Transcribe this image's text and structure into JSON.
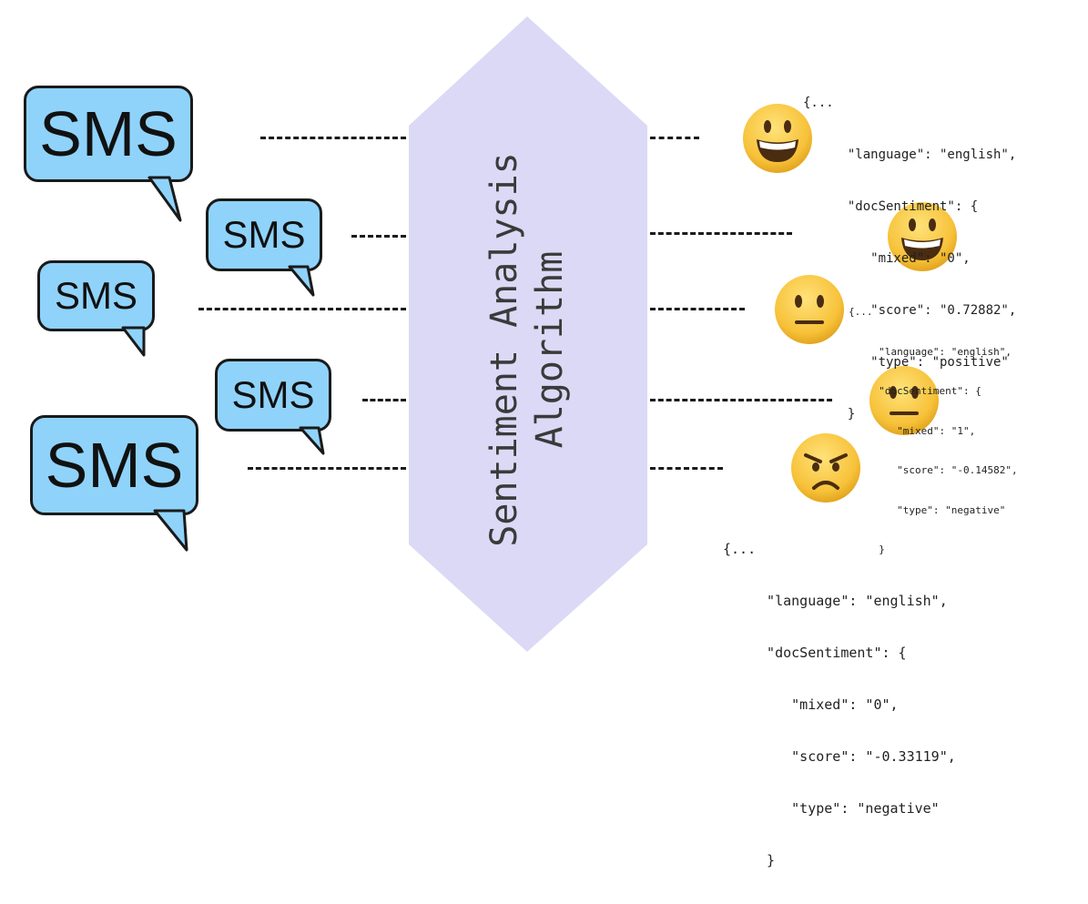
{
  "algorithm": {
    "line1": "Sentiment Analysis",
    "line2": "Algorithm"
  },
  "messages": [
    {
      "label": "SMS"
    },
    {
      "label": "SMS"
    },
    {
      "label": "SMS"
    },
    {
      "label": "SMS"
    },
    {
      "label": "SMS"
    }
  ],
  "results": [
    {
      "sentiment": "positive",
      "json_lines": [
        "{...",
        "  \"language\": \"english\",",
        "  \"docSentiment\": {",
        "     \"mixed\": \"0\",",
        "     \"score\": \"0.72882\",",
        "     \"type\": \"positive\"",
        "  }"
      ]
    },
    {
      "sentiment": "positive"
    },
    {
      "sentiment": "neutral",
      "json_lines": [
        "{...",
        "  \"language\": \"english\",",
        "  \"docSentiment\": {",
        "     \"mixed\": \"1\",",
        "     \"score\": \"-0.14582\",",
        "     \"type\": \"negative\"",
        "  }"
      ]
    },
    {
      "sentiment": "neutral"
    },
    {
      "sentiment": "negative",
      "json_lines": [
        "{...",
        "  \"language\": \"english\",",
        "  \"docSentiment\": {",
        "     \"mixed\": \"0\",",
        "     \"score\": \"-0.33119\",",
        "     \"type\": \"negative\"",
        "  }"
      ]
    }
  ],
  "colors": {
    "bubble": "#8fd3fb",
    "hexagon": "#dcd9f6",
    "emoji_face": "#f7c23a"
  },
  "icons": {
    "message": "speech-bubble-icon",
    "positive": "grinning-face-icon",
    "neutral": "neutral-face-icon",
    "negative": "angry-face-icon"
  }
}
